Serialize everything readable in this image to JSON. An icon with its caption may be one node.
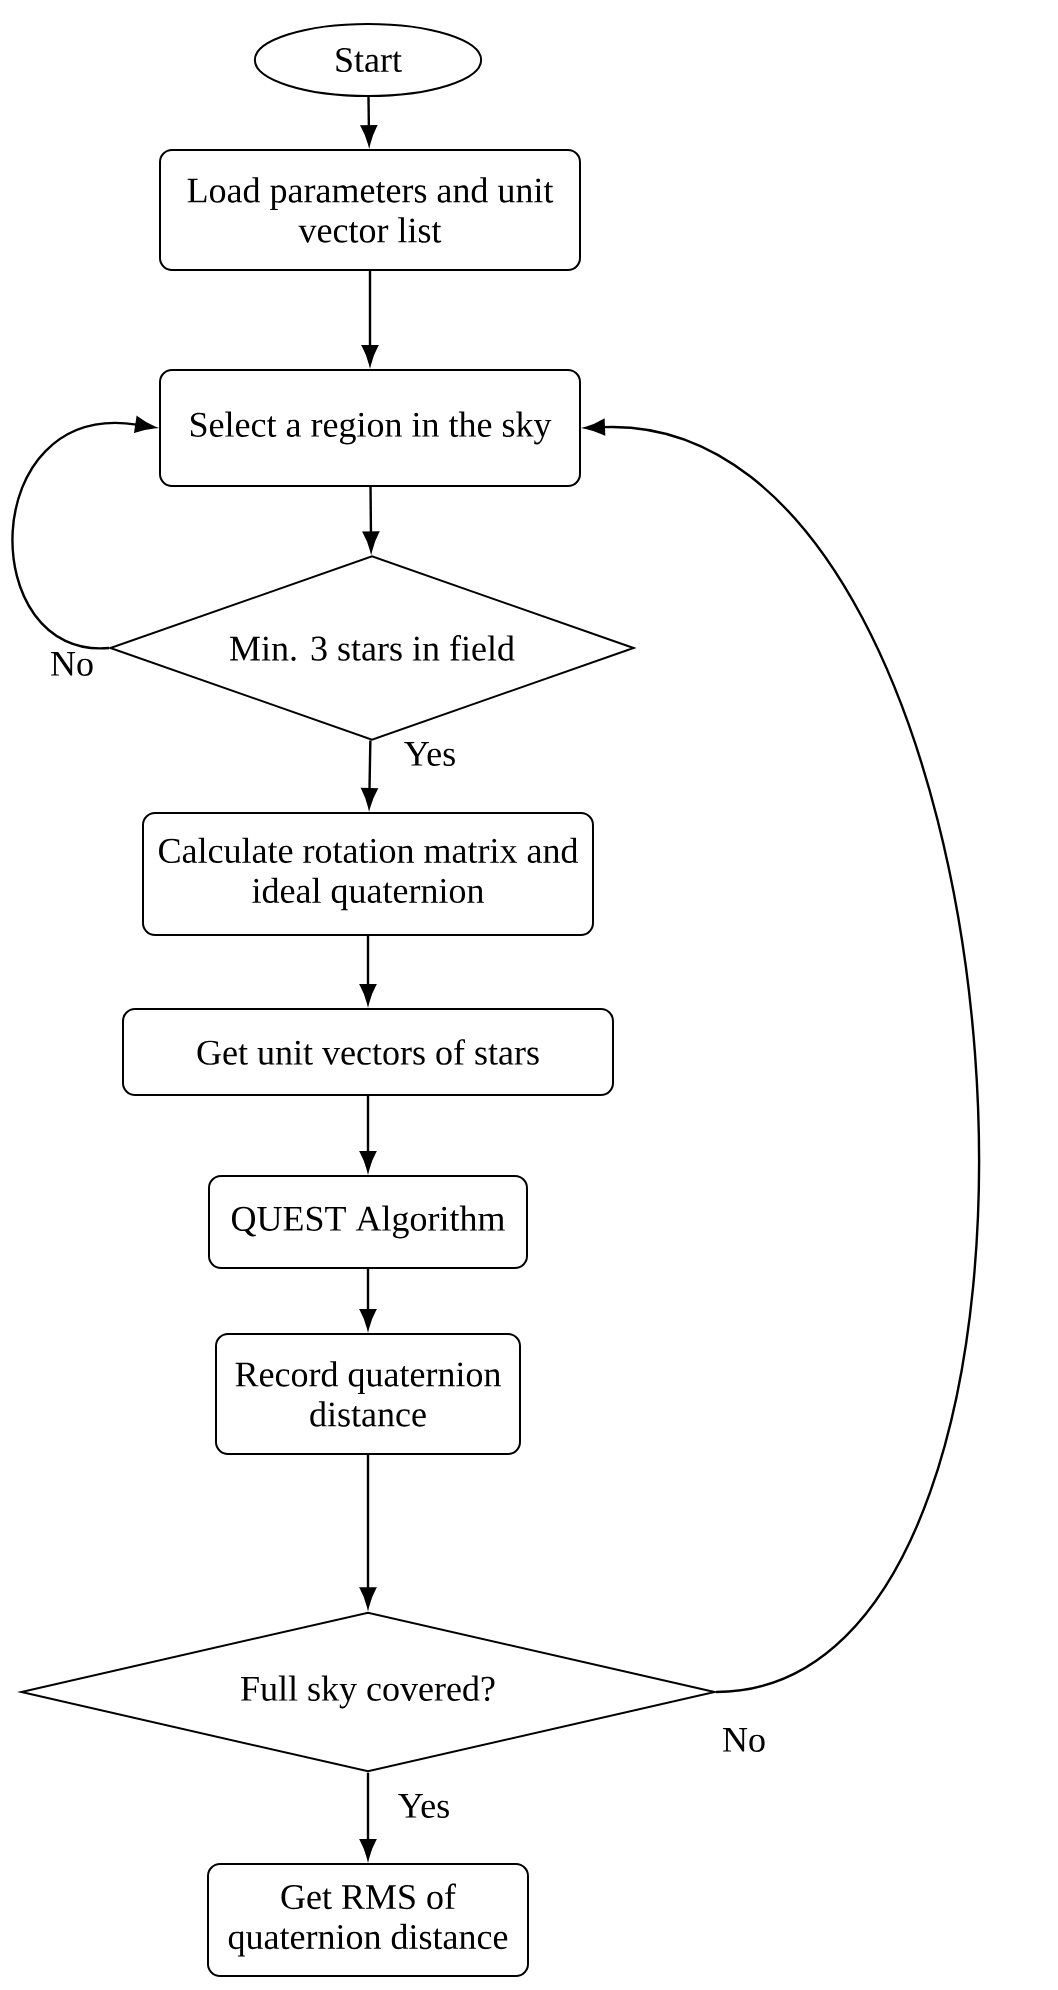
{
  "diagram": {
    "nodes": [
      {
        "text": [
          "Start"
        ]
      },
      {
        "text": [
          "Load parameters and unit vector list"
        ]
      },
      {
        "text": [
          "Select a region in the sky"
        ]
      },
      {
        "text": [
          "Min. 3 stars in field"
        ]
      },
      {
        "text": [
          "Calculate rotation matrix and ideal quaternion"
        ]
      },
      {
        "text": [
          "Get unit vectors of stars"
        ]
      },
      {
        "text": [
          "QUEST Algorithm"
        ]
      },
      {
        "text": [
          "Record quaternion distance"
        ]
      },
      {
        "text": [
          "Full sky covered?"
        ]
      },
      {
        "text": [
          "Get RMS of quaternion distance"
        ]
      }
    ],
    "edges": [
      {
        "from": 0,
        "to": 1,
        "arrow": "to"
      },
      {
        "from": 1,
        "to": 2,
        "arrow": "to"
      },
      {
        "from": 2,
        "to": 3,
        "arrow": "to"
      },
      {
        "from": 3,
        "to": 4,
        "arrow": "to",
        "label": "Yes"
      },
      {
        "from": 4,
        "to": 5,
        "arrow": "to"
      },
      {
        "from": 5,
        "to": 6,
        "arrow": "to"
      },
      {
        "from": 6,
        "to": 7,
        "arrow": "to"
      },
      {
        "from": 7,
        "to": 8,
        "arrow": "to"
      },
      {
        "from": 8,
        "to": 9,
        "arrow": "to",
        "label": "Yes"
      },
      {
        "from": 3,
        "to": 2,
        "arrow": "to",
        "label": "No"
      },
      {
        "from": 8,
        "to": 2,
        "arrow": "to",
        "label": "No"
      }
    ]
  }
}
